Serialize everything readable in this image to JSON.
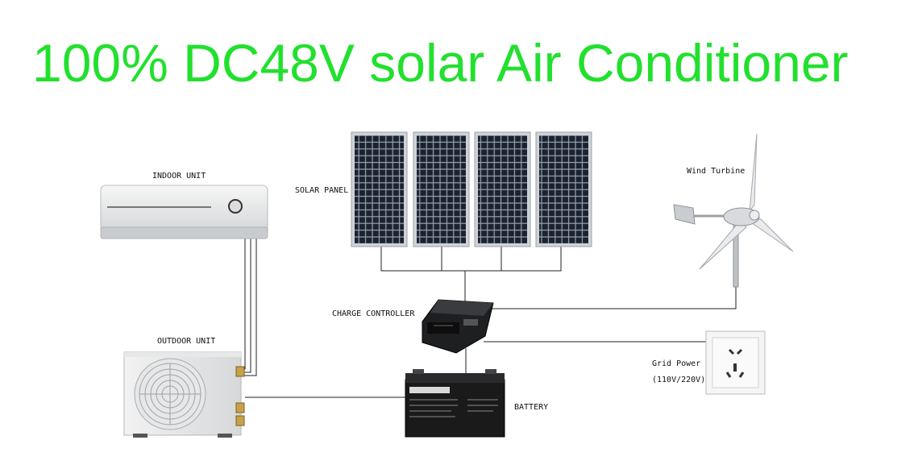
{
  "title": "100% DC48V solar Air Conditioner",
  "colors": {
    "title": "#22e02e",
    "wire": "#222222",
    "panel_cell": "#1b2230",
    "panel_frame": "#bfc3c8"
  },
  "labels": {
    "indoor_unit": "INDOOR UNIT",
    "outdoor_unit": "OUTDOOR UNIT",
    "solar_panel": "SOLAR PANEL",
    "charge_controller": "CHARGE CONTROLLER",
    "battery": "BATTERY",
    "wind_turbine": "Wind Turbine",
    "grid_power": "Grid Power",
    "grid_voltage": "(110V/220V)"
  },
  "components": [
    {
      "name": "indoor-unit",
      "icon": "indoor-ac-icon"
    },
    {
      "name": "outdoor-unit",
      "icon": "outdoor-ac-icon"
    },
    {
      "name": "solar-panel-1",
      "icon": "solar-panel-icon"
    },
    {
      "name": "solar-panel-2",
      "icon": "solar-panel-icon"
    },
    {
      "name": "solar-panel-3",
      "icon": "solar-panel-icon"
    },
    {
      "name": "solar-panel-4",
      "icon": "solar-panel-icon"
    },
    {
      "name": "charge-controller",
      "icon": "charge-controller-icon"
    },
    {
      "name": "battery",
      "icon": "battery-icon"
    },
    {
      "name": "wind-turbine",
      "icon": "wind-turbine-icon"
    },
    {
      "name": "grid-power-socket",
      "icon": "wall-socket-icon"
    }
  ]
}
